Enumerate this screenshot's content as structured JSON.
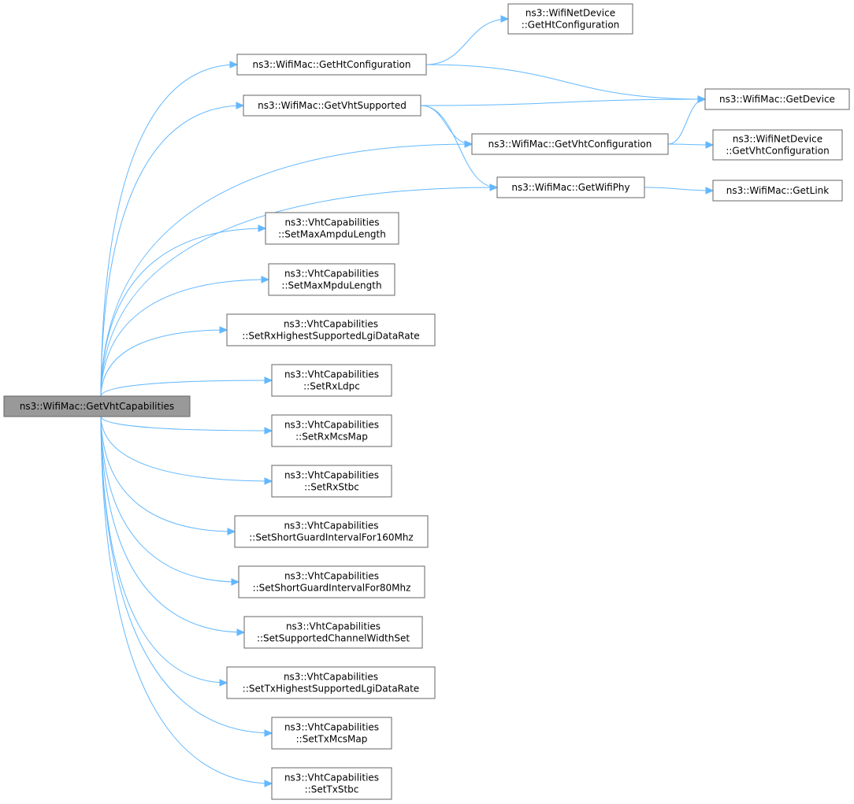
{
  "colors": {
    "edge": "#63b8ff",
    "node_border": "#666666",
    "root_fill": "#999999",
    "node_fill": "#ffffff"
  },
  "nodes": [
    {
      "id": "root",
      "lines": [
        "ns3::WifiMac::GetVhtCapabilities"
      ],
      "root": true
    },
    {
      "id": "getHtConfiguration",
      "lines": [
        "ns3::WifiMac::GetHtConfiguration"
      ]
    },
    {
      "id": "netDevGetHtConfiguration",
      "lines": [
        "ns3::WifiNetDevice",
        "::GetHtConfiguration"
      ]
    },
    {
      "id": "getVhtSupported",
      "lines": [
        "ns3::WifiMac::GetVhtSupported"
      ]
    },
    {
      "id": "getDevice",
      "lines": [
        "ns3::WifiMac::GetDevice"
      ]
    },
    {
      "id": "getVhtConfiguration",
      "lines": [
        "ns3::WifiMac::GetVhtConfiguration"
      ]
    },
    {
      "id": "netDevGetVhtConfiguration",
      "lines": [
        "ns3::WifiNetDevice",
        "::GetVhtConfiguration"
      ]
    },
    {
      "id": "getWifiPhy",
      "lines": [
        "ns3::WifiMac::GetWifiPhy"
      ]
    },
    {
      "id": "getLink",
      "lines": [
        "ns3::WifiMac::GetLink"
      ]
    },
    {
      "id": "setMaxAmpduLength",
      "lines": [
        "ns3::VhtCapabilities",
        "::SetMaxAmpduLength"
      ]
    },
    {
      "id": "setMaxMpduLength",
      "lines": [
        "ns3::VhtCapabilities",
        "::SetMaxMpduLength"
      ]
    },
    {
      "id": "setRxHighestLgi",
      "lines": [
        "ns3::VhtCapabilities",
        "::SetRxHighestSupportedLgiDataRate"
      ]
    },
    {
      "id": "setRxLdpc",
      "lines": [
        "ns3::VhtCapabilities",
        "::SetRxLdpc"
      ]
    },
    {
      "id": "setRxMcsMap",
      "lines": [
        "ns3::VhtCapabilities",
        "::SetRxMcsMap"
      ]
    },
    {
      "id": "setRxStbc",
      "lines": [
        "ns3::VhtCapabilities",
        "::SetRxStbc"
      ]
    },
    {
      "id": "setSgi160",
      "lines": [
        "ns3::VhtCapabilities",
        "::SetShortGuardIntervalFor160Mhz"
      ]
    },
    {
      "id": "setSgi80",
      "lines": [
        "ns3::VhtCapabilities",
        "::SetShortGuardIntervalFor80Mhz"
      ]
    },
    {
      "id": "setChannelWidthSet",
      "lines": [
        "ns3::VhtCapabilities",
        "::SetSupportedChannelWidthSet"
      ]
    },
    {
      "id": "setTxHighestLgi",
      "lines": [
        "ns3::VhtCapabilities",
        "::SetTxHighestSupportedLgiDataRate"
      ]
    },
    {
      "id": "setTxMcsMap",
      "lines": [
        "ns3::VhtCapabilities",
        "::SetTxMcsMap"
      ]
    },
    {
      "id": "setTxStbc",
      "lines": [
        "ns3::VhtCapabilities",
        "::SetTxStbc"
      ]
    }
  ],
  "edges": [
    {
      "from": "root",
      "to": "getHtConfiguration"
    },
    {
      "from": "root",
      "to": "getVhtSupported"
    },
    {
      "from": "root",
      "to": "getVhtConfiguration"
    },
    {
      "from": "root",
      "to": "getWifiPhy"
    },
    {
      "from": "root",
      "to": "setMaxAmpduLength"
    },
    {
      "from": "root",
      "to": "setMaxMpduLength"
    },
    {
      "from": "root",
      "to": "setRxHighestLgi"
    },
    {
      "from": "root",
      "to": "setRxLdpc"
    },
    {
      "from": "root",
      "to": "setRxMcsMap"
    },
    {
      "from": "root",
      "to": "setRxStbc"
    },
    {
      "from": "root",
      "to": "setSgi160"
    },
    {
      "from": "root",
      "to": "setSgi80"
    },
    {
      "from": "root",
      "to": "setChannelWidthSet"
    },
    {
      "from": "root",
      "to": "setTxHighestLgi"
    },
    {
      "from": "root",
      "to": "setTxMcsMap"
    },
    {
      "from": "root",
      "to": "setTxStbc"
    },
    {
      "from": "getHtConfiguration",
      "to": "netDevGetHtConfiguration"
    },
    {
      "from": "getHtConfiguration",
      "to": "getDevice"
    },
    {
      "from": "getVhtSupported",
      "to": "getDevice"
    },
    {
      "from": "getVhtSupported",
      "to": "getVhtConfiguration"
    },
    {
      "from": "getVhtSupported",
      "to": "getWifiPhy"
    },
    {
      "from": "getVhtConfiguration",
      "to": "getDevice"
    },
    {
      "from": "getVhtConfiguration",
      "to": "netDevGetVhtConfiguration"
    },
    {
      "from": "getWifiPhy",
      "to": "getLink"
    }
  ]
}
